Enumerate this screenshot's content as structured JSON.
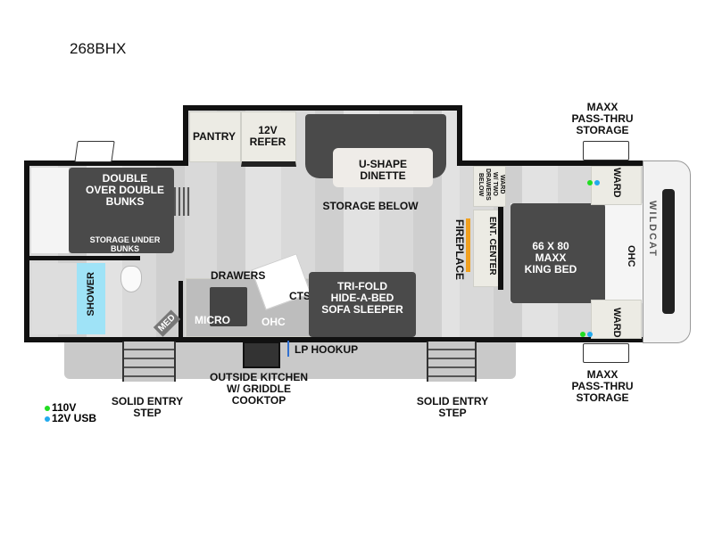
{
  "model": "268BHX",
  "brand_logo": "WILDCAT",
  "labels": {
    "pantry": "PANTRY",
    "refer": [
      "12V",
      "REFER"
    ],
    "dinette": [
      "U-SHAPE",
      "DINETTE"
    ],
    "storage_below": "STORAGE BELOW",
    "bunks": [
      "DOUBLE",
      "OVER DOUBLE",
      "BUNKS"
    ],
    "storage_under_bunks": [
      "STORAGE UNDER",
      "BUNKS"
    ],
    "shower": "SHOWER",
    "med": "MED",
    "drawers": "DRAWERS",
    "cts": "CTS",
    "micro": "MICRO",
    "ohc_kitchen": "OHC",
    "sofa": [
      "TRI-FOLD",
      "HIDE-A-BED",
      "SOFA SLEEPER"
    ],
    "fireplace": "FIREPLACE",
    "ent_center": "ENT. CENTER",
    "ward_drawers": [
      "WARD",
      "W/ TWO",
      "DRAWERS",
      "BELOW"
    ],
    "bed": [
      "66 X 80",
      "MAXX",
      "KING BED"
    ],
    "ohc_bedroom": "OHC",
    "ward_top": "WARD",
    "ward_bottom": "WARD",
    "pass_thru_top": [
      "MAXX",
      "PASS-THRU",
      "STORAGE"
    ],
    "pass_thru_bottom": [
      "MAXX",
      "PASS-THRU",
      "STORAGE"
    ],
    "lp_hookup": "LP HOOKUP",
    "outside_kitchen": [
      "OUTSIDE KITCHEN",
      "W/ GRIDDLE",
      "COOKTOP"
    ],
    "entry_step_left": [
      "SOLID ENTRY",
      "STEP"
    ],
    "entry_step_right": [
      "SOLID ENTRY",
      "STEP"
    ]
  },
  "legend": [
    {
      "label": "110V",
      "color": "#22dd22"
    },
    {
      "label": "12V USB",
      "color": "#22aaee"
    }
  ],
  "colors": {
    "shower": "#9fe3f7",
    "fireplace": "#f0a020",
    "wall": "#111111"
  }
}
